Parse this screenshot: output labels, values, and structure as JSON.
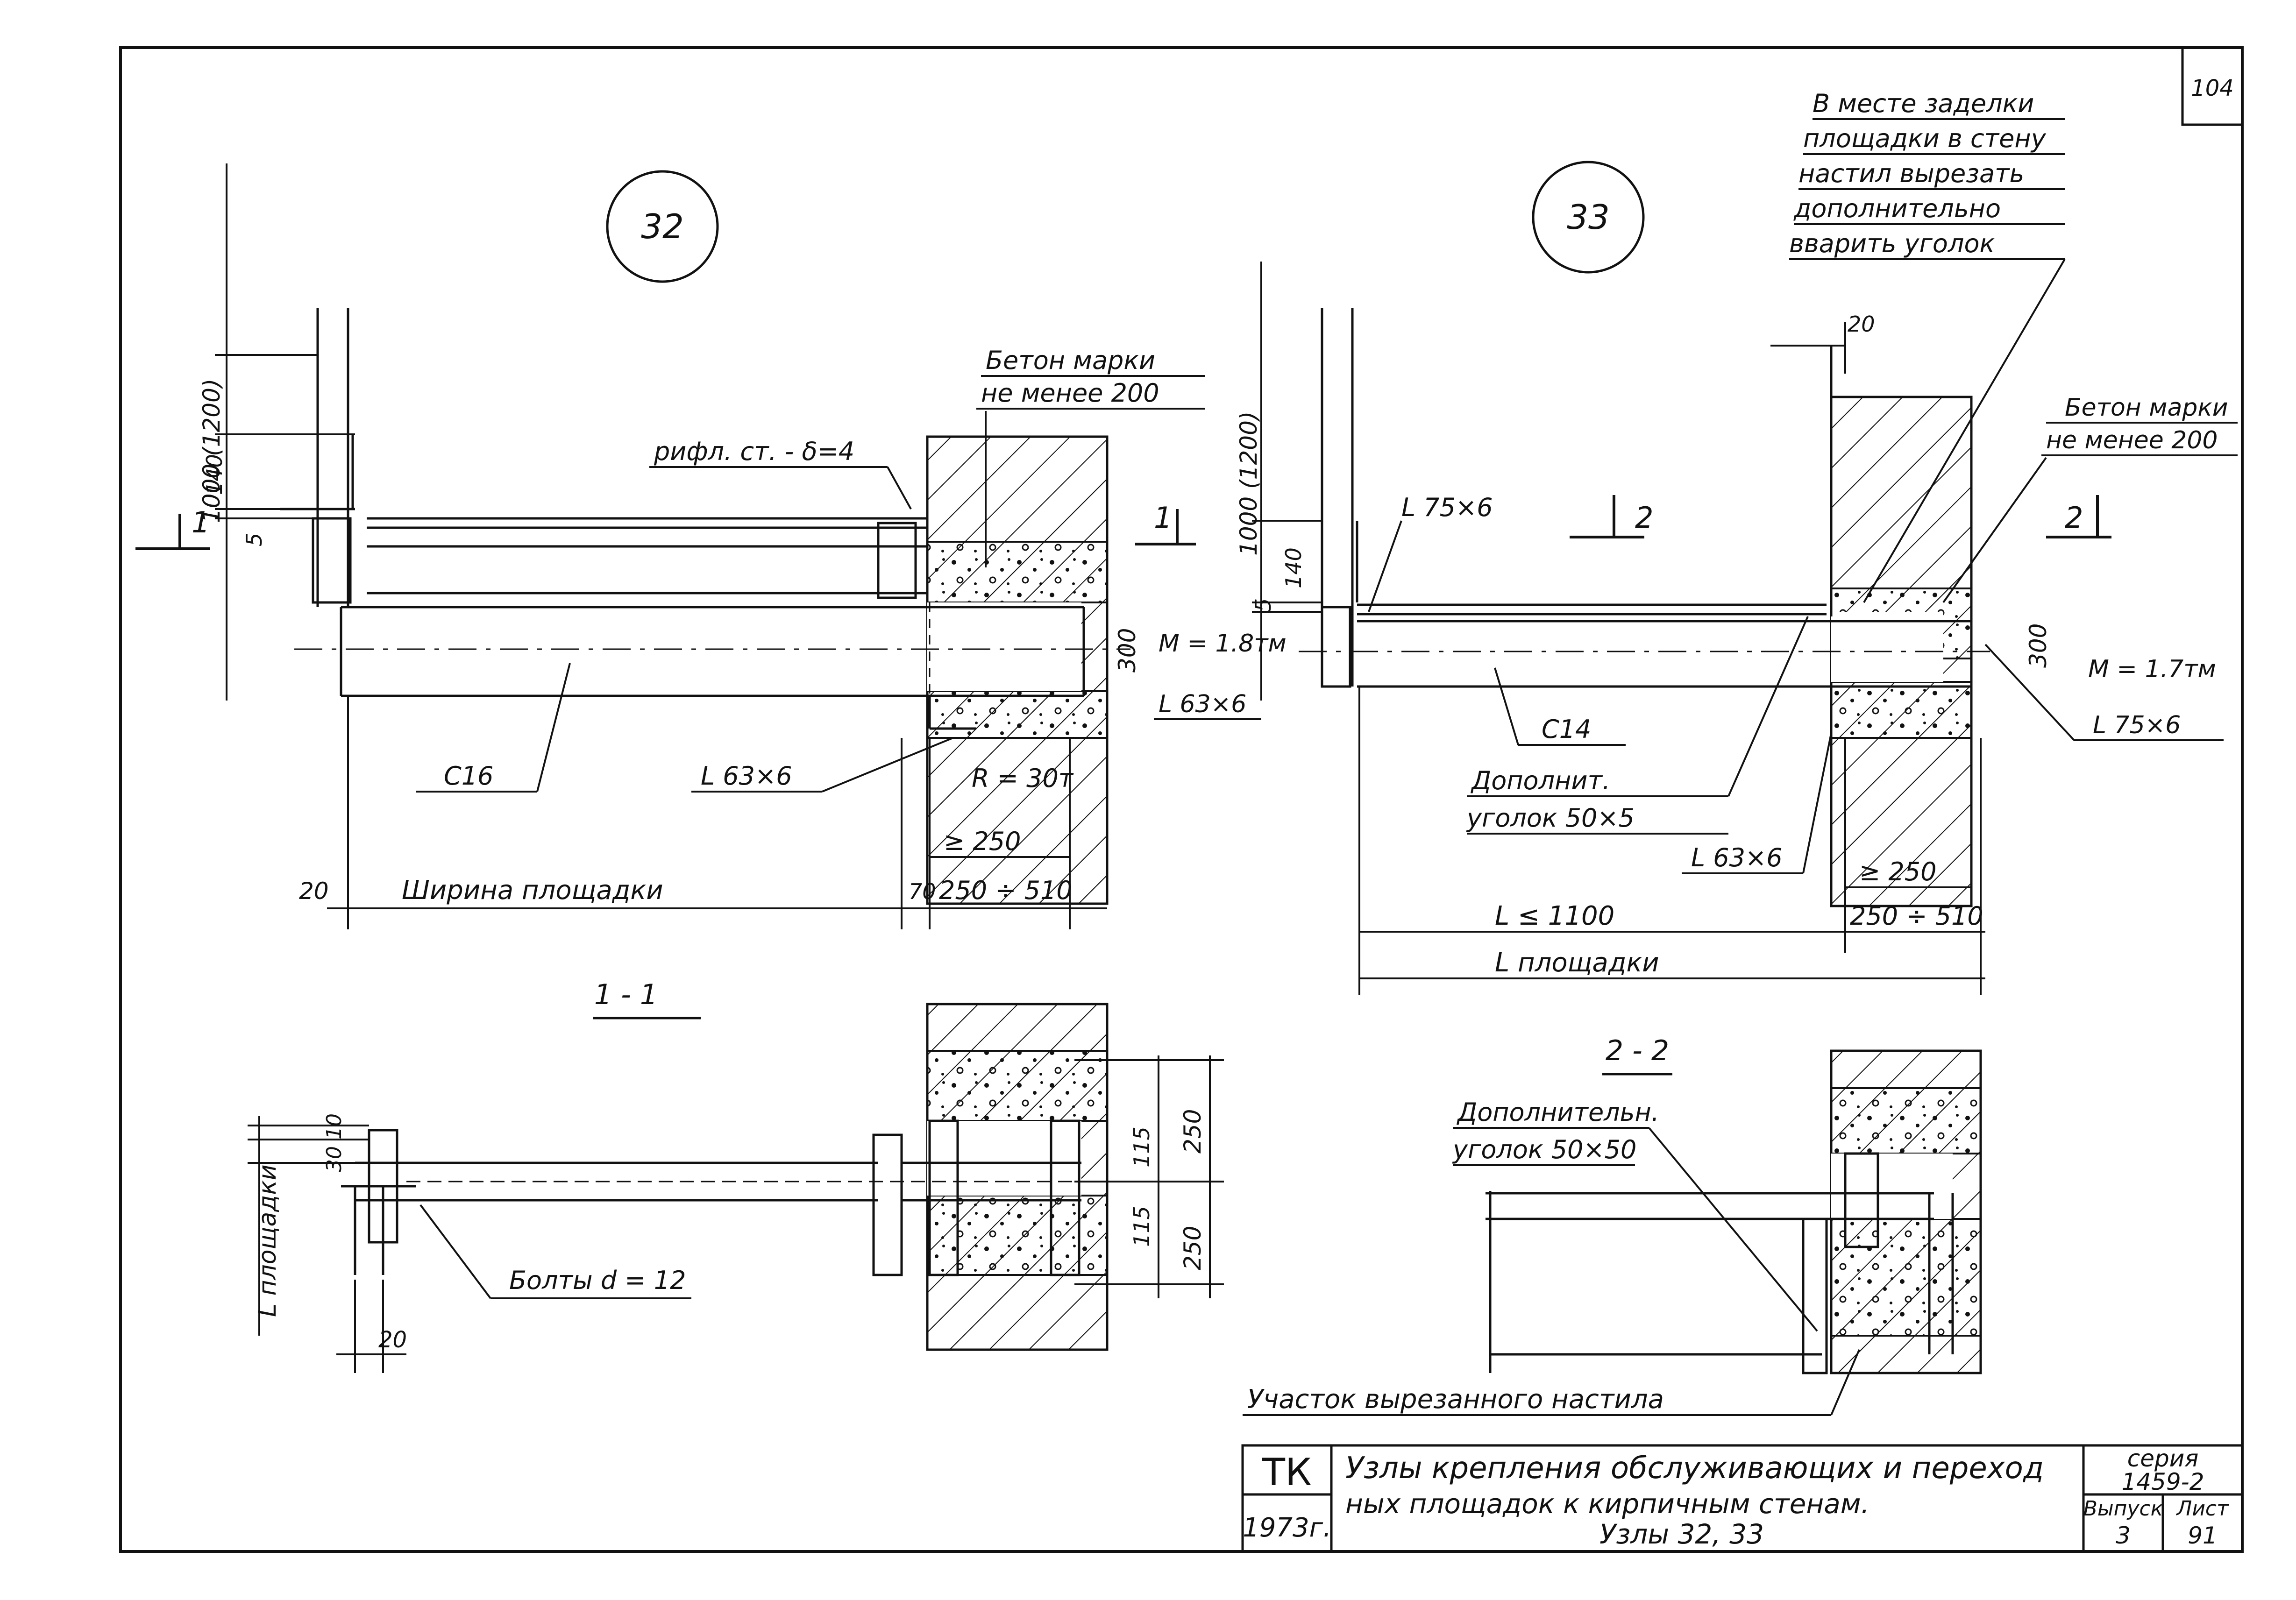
{
  "page": {
    "number": "104"
  },
  "note": {
    "lines": [
      "В месте заделки",
      "площадки в стену",
      "настил вырезать",
      "дополнительно",
      "вварить уголок"
    ]
  },
  "node32": {
    "label": "32",
    "section_mark": "1",
    "concrete_lines": [
      "Бетон марки",
      "не менее 200"
    ],
    "plate": "рифл. ст. - δ=4",
    "dim_height": "1000 (1200)",
    "dim_140": "140",
    "dim_5": "5",
    "dim_300": "300",
    "moment": "M = 1.8тм",
    "angle_right": "L 63×6",
    "channel": "C16",
    "angle_bottom": "L 63×6",
    "reaction": "R = 30т",
    "min_bearing": "≥ 250",
    "dim_20": "20",
    "width_label": "Ширина площадки",
    "dim_70": "70",
    "bearing_range": "250 ÷ 510"
  },
  "node33": {
    "label": "33",
    "section_mark": "2",
    "concrete_lines": [
      "Бетон марки",
      "не менее 200"
    ],
    "dim_20": "20",
    "angle_top": "L 75×6",
    "dim_height": "1000 (1200)",
    "dim_140": "140",
    "dim_5": "5",
    "dim_300": "300",
    "moment": "M = 1.7тм",
    "angle_right": "L 75×6",
    "channel": "C14",
    "extra_angle_lines": [
      "Дополнит.",
      "уголок  50×5"
    ],
    "angle_bottom": "L 63×6",
    "min_bearing": "≥ 250",
    "bearing_range": "250 ÷ 510",
    "length_max": "L ≤ 1100",
    "length_label": "L площадки"
  },
  "section11": {
    "title": "1 - 1",
    "dim_10": "10",
    "dim_30": "30",
    "side_label": "L площадки",
    "bolts": "Болты d = 12",
    "dim_20": "20",
    "dim_250_top": "250",
    "dim_115_top": "115",
    "dim_115_bottom": "115",
    "dim_250_bottom": "250"
  },
  "section22": {
    "title": "2 - 2",
    "extra_angle_lines": [
      "Дополнительн.",
      "уголок  50×50"
    ],
    "cut_deck": "Участок вырезанного настила"
  },
  "title_block": {
    "org": "ТК",
    "year": "1973г.",
    "title_lines": [
      "Узлы крепления обслуживающих и переход",
      "ных площадок к кирпичным   стенам.",
      "Узлы 32, 33"
    ],
    "series_label": "серия",
    "series_value": "1459-2",
    "issue_label": "Выпуск",
    "issue_value": "3",
    "sheet_label": "Лист",
    "sheet_value": "91"
  }
}
